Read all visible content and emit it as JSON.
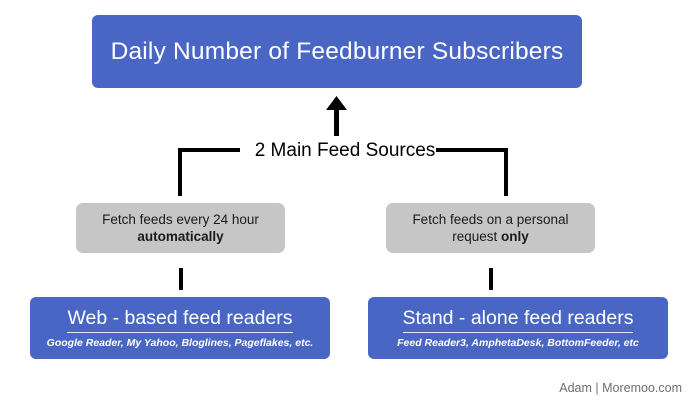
{
  "diagram": {
    "title_box": {
      "text": "Daily Number of Feedburner Subscribers",
      "color": "#4a66c4",
      "text_color": "#ffffff"
    },
    "arrow": {
      "icon": "arrow-up-icon",
      "direction": "up",
      "color": "#000000"
    },
    "bracket_label": "2 Main Feed Sources",
    "bracket_color": "#000000",
    "gray_boxes": [
      {
        "side": "left",
        "line1": "Fetch feeds every 24 hour",
        "line2_bold": "automatically",
        "color": "#c6c6c6",
        "text_color": "#1a1a1a"
      },
      {
        "side": "right",
        "line1": "Fetch feeds on a personal",
        "line2_prefix": "request ",
        "line2_bold": "only",
        "color": "#c6c6c6",
        "text_color": "#1a1a1a"
      }
    ],
    "blue_boxes": [
      {
        "side": "left",
        "heading": "Web - based feed readers",
        "examples": "Google Reader, My Yahoo, Bloglines, Pageflakes, etc.",
        "color": "#4a66c4",
        "text_color": "#ffffff"
      },
      {
        "side": "right",
        "heading": "Stand - alone feed readers",
        "examples": "Feed Reader3,  AmphetaDesk, BottomFeeder, etc",
        "color": "#4a66c4",
        "text_color": "#ffffff"
      }
    ],
    "credit": "Adam | Moremoo.com"
  }
}
